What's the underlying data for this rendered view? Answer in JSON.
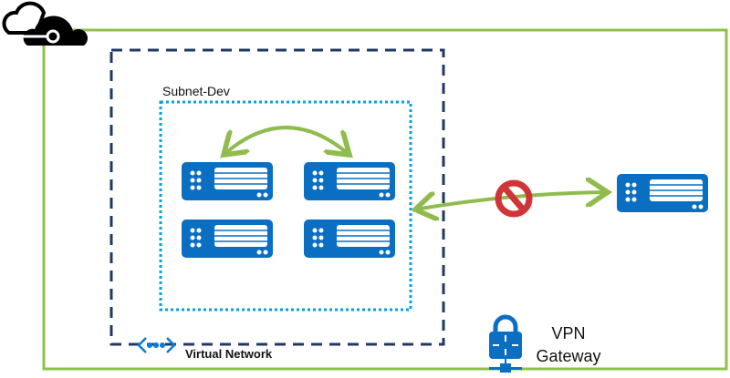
{
  "labels": {
    "subnet": "Subnet-Dev",
    "virtual_network": "Virtual Network",
    "vpn_line1": "VPN",
    "vpn_line2": "Gateway"
  },
  "icons": [
    "azure-cloud-icon",
    "server-icon",
    "virtual-network-icon",
    "vpn-gateway-lock-icon",
    "blocked-icon"
  ],
  "colors": {
    "boundary": "#8dc14a",
    "vnet_border": "#1f3864",
    "subnet_border": "#00a2e8",
    "server": "#0a6ec2",
    "arrow": "#8fbc4c",
    "blocked": "#d13438"
  }
}
